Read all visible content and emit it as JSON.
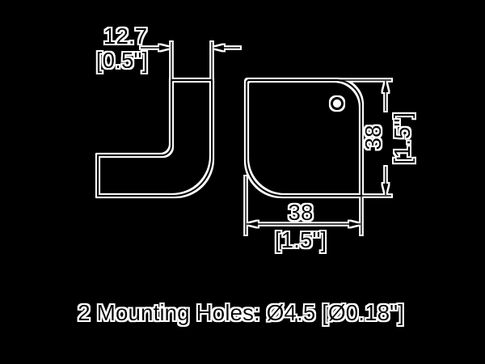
{
  "drawing": {
    "note": "2 Mounting Holes: Ø4.5 [Ø0.18\"]",
    "dimensions": {
      "thickness": {
        "mm": "12.7",
        "inch": "[0.5\"]"
      },
      "height": {
        "mm": "38",
        "inch": "[1.5\"]"
      },
      "width": {
        "mm": "38",
        "inch": "[1.5\"]"
      }
    },
    "colors": {
      "background": "#000000",
      "line": "#000000",
      "halo": "#ffffff",
      "hole_fill": "#ffffff"
    }
  }
}
